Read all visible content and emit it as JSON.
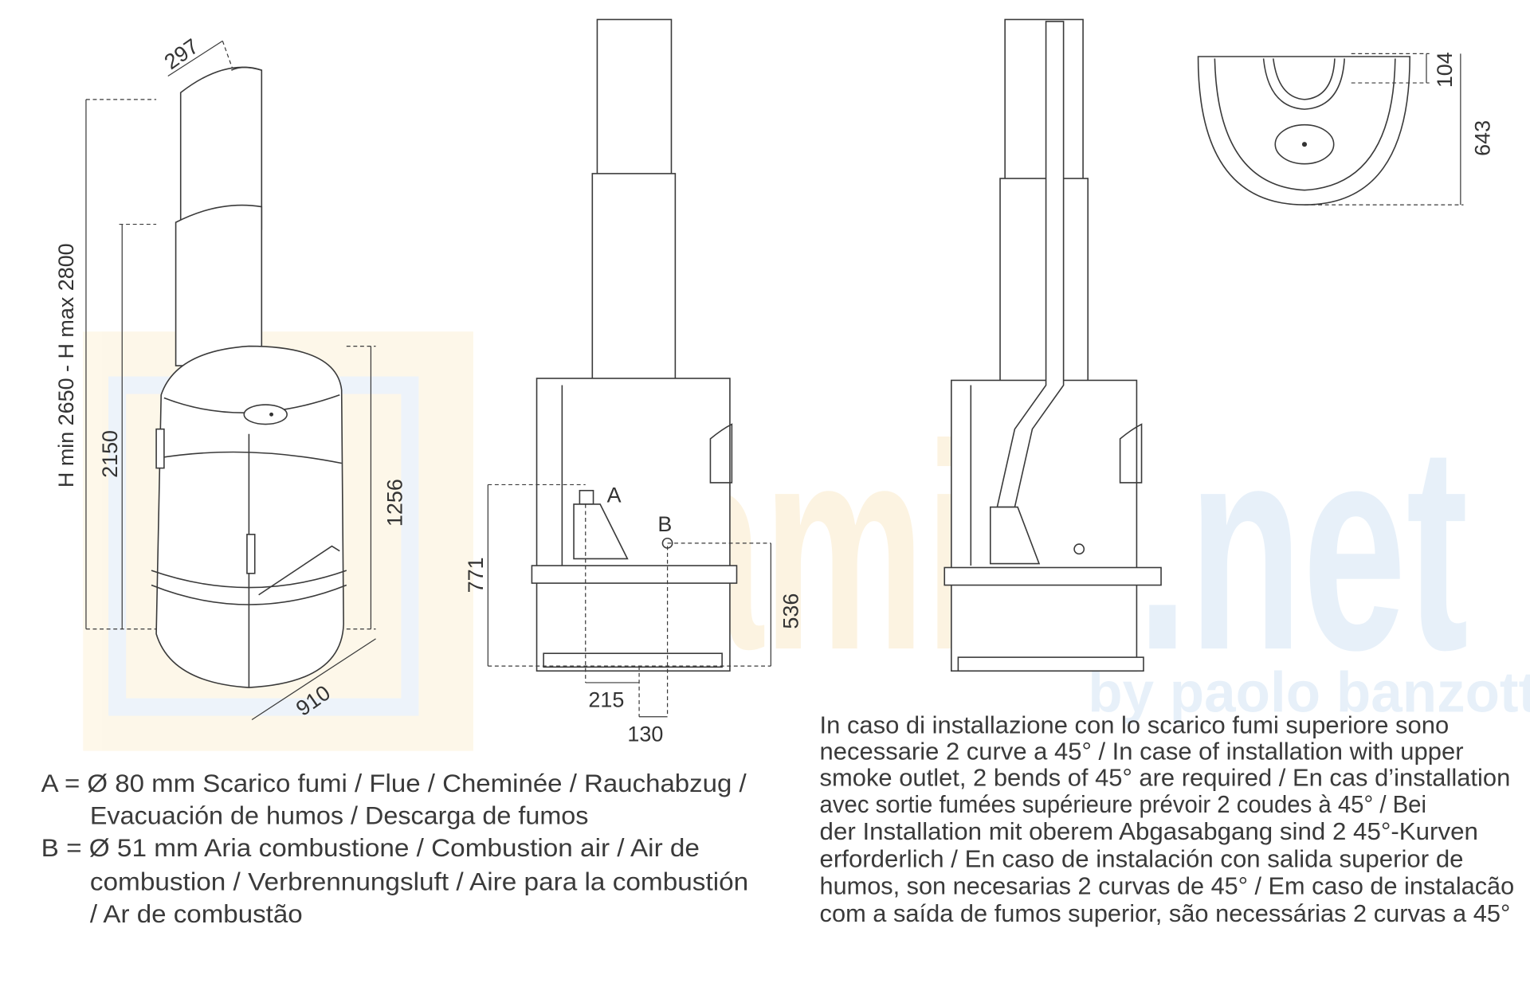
{
  "watermark": {
    "brand": "camini.net",
    "byline": "by paolo banzotti"
  },
  "dimensions": {
    "chimney_diameter": "297",
    "height_range": "H min 2650 - H max 2800",
    "height_2150": "2150",
    "height_1256": "1256",
    "width_910": "910",
    "height_771": "771",
    "height_536": "536",
    "offset_215": "215",
    "offset_130": "130",
    "depth_104": "104",
    "depth_643": "643"
  },
  "markers": {
    "a": "A",
    "b": "B"
  },
  "legend": [
    "A = Ø 80 mm  Scarico fumi / Flue / Cheminée / Rauchabzug /",
    "Evacuación de humos / Descarga de fumos",
    "B = Ø 51 mm  Aria combustione / Combustion air / Air de",
    "combustion / Verbrennungsluft / Aire para la combustión",
    "/ Ar de combustão"
  ],
  "note": [
    "In caso di installazione con lo scarico fumi superiore sono",
    "necessarie 2 curve a 45° / In case of installation with upper",
    "smoke outlet, 2 bends of 45° are required / En cas d’installation",
    "avec sortie fumées supérieure prévoir 2 coudes à 45° / Bei",
    "der Installation mit oberem Abgasabgang sind 2 45°-Kurven",
    "erforderlich / En caso de instalación con salida superior de",
    "humos, son necesarias 2 curvas de 45° / Em caso de instalacão",
    "com a saída de fumos superior, são necessárias 2 curvas a 45°"
  ]
}
